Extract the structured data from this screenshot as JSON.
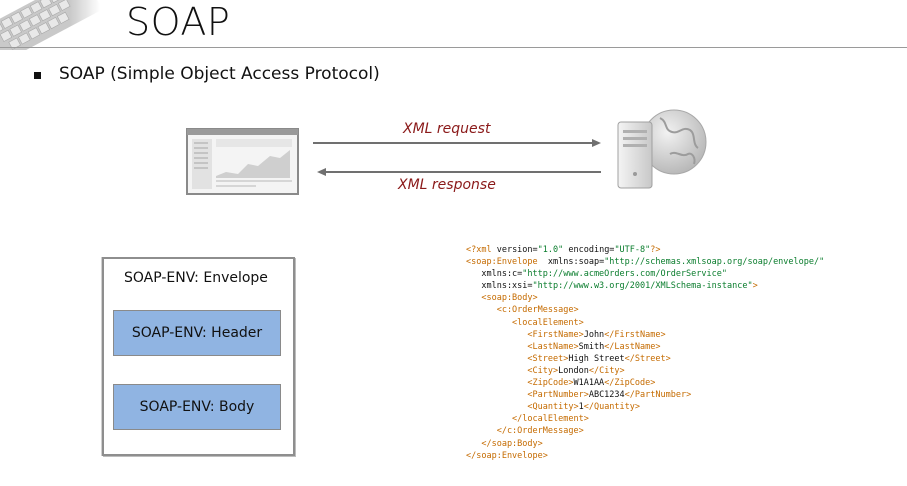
{
  "slide": {
    "title": "SOAP",
    "bullet": "SOAP (Simple Object Access Protocol)"
  },
  "diagram": {
    "request_label": "XML request",
    "response_label": "XML response",
    "client_icon": "browser-window-icon",
    "server_icon": "web-server-globe-icon",
    "arrow_color": "#707070",
    "label_color": "#8b1a1a"
  },
  "envelope": {
    "label": "SOAP-ENV: Envelope",
    "header": "SOAP-ENV: Header",
    "body": "SOAP-ENV: Body",
    "box_color": "#90b4e2"
  },
  "xml_code": {
    "lines": [
      [
        {
          "t": "<?xml",
          "c": "tag"
        },
        {
          "t": " version=",
          "c": ""
        },
        {
          "t": "\"1.0\"",
          "c": "str"
        },
        {
          "t": " encoding=",
          "c": ""
        },
        {
          "t": "\"UTF-8\"",
          "c": "str"
        },
        {
          "t": "?>",
          "c": "tag"
        }
      ],
      [
        {
          "t": "<soap:Envelope",
          "c": "tag"
        },
        {
          "t": "  xmlns:soap=",
          "c": ""
        },
        {
          "t": "\"http://schemas.xmlsoap.org/soap/envelope/\"",
          "c": "str"
        }
      ],
      [
        {
          "t": "   xmlns:c=",
          "c": ""
        },
        {
          "t": "\"http://www.acmeOrders.com/OrderService\"",
          "c": "str"
        }
      ],
      [
        {
          "t": "   xmlns:xsi=",
          "c": ""
        },
        {
          "t": "\"http://www.w3.org/2001/XMLSchema-instance\"",
          "c": "str"
        },
        {
          "t": ">",
          "c": "tag"
        }
      ],
      [
        {
          "t": "   <soap:Body>",
          "c": "tag"
        }
      ],
      [
        {
          "t": "      <c:OrderMessage>",
          "c": "tag"
        }
      ],
      [
        {
          "t": "         <localElement>",
          "c": "tag"
        }
      ],
      [
        {
          "t": "            <FirstName>",
          "c": "tag"
        },
        {
          "t": "John",
          "c": ""
        },
        {
          "t": "</FirstName>",
          "c": "tag"
        }
      ],
      [
        {
          "t": "            <LastName>",
          "c": "tag"
        },
        {
          "t": "Smith",
          "c": ""
        },
        {
          "t": "</LastName>",
          "c": "tag"
        }
      ],
      [
        {
          "t": "            <Street>",
          "c": "tag"
        },
        {
          "t": "High Street",
          "c": ""
        },
        {
          "t": "</Street>",
          "c": "tag"
        }
      ],
      [
        {
          "t": "            <City>",
          "c": "tag"
        },
        {
          "t": "London",
          "c": ""
        },
        {
          "t": "</City>",
          "c": "tag"
        }
      ],
      [
        {
          "t": "            <ZipCode>",
          "c": "tag"
        },
        {
          "t": "W1A1AA",
          "c": ""
        },
        {
          "t": "</ZipCode>",
          "c": "tag"
        }
      ],
      [
        {
          "t": "            <PartNumber>",
          "c": "tag"
        },
        {
          "t": "ABC1234",
          "c": ""
        },
        {
          "t": "</PartNumber>",
          "c": "tag"
        }
      ],
      [
        {
          "t": "            <Quantity>",
          "c": "tag"
        },
        {
          "t": "1",
          "c": ""
        },
        {
          "t": "</Quantity>",
          "c": "tag"
        }
      ],
      [
        {
          "t": "         </localElement>",
          "c": "tag"
        }
      ],
      [
        {
          "t": "      </c:OrderMessage>",
          "c": "tag"
        }
      ],
      [
        {
          "t": "   </soap:Body>",
          "c": "tag"
        }
      ],
      [
        {
          "t": "</soap:Envelope>",
          "c": "tag"
        }
      ]
    ]
  }
}
